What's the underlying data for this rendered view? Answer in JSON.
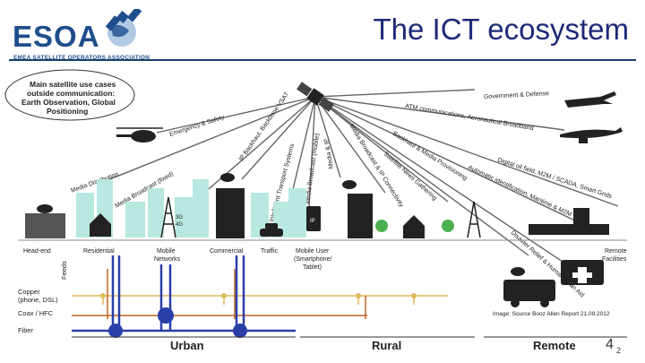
{
  "header": {
    "logo_text": "ESOA",
    "logo_subtitle": "EMEA SATELLITE OPERATORS ASSOCIATION",
    "title": "The ICT ecosystem"
  },
  "callout": {
    "line1": "Main satellite use cases",
    "line2": "outside communication:",
    "line3": "Earth Observation, Global",
    "line4": "Positioning"
  },
  "beams": [
    "Government & Defense",
    "ATM communications, Aeronautical Broadband",
    "Emergency & Safety",
    "IP Backhaul, Backbone VSAT",
    "Media Distribution",
    "Media Broadcast (fixed)",
    "Intelligent Transport Systems",
    "Media Broadcast (mobile)",
    "Media & IP",
    "Media Broadcast & IP Connectivity",
    "Satellite News Gathering",
    "Backhaul & Media Provisioning",
    "Digital oil field, M2M / SCADA, Smart Grids",
    "Automatic identification, Maritime & M2M",
    "Disaster Relief & Humanitarian Aid"
  ],
  "nodes": {
    "headend": "Head-end",
    "residential": "Residential",
    "mobile_networks_1": "Mobile",
    "mobile_networks_2": "Networks",
    "commercial": "Commercial",
    "traffic": "Traffic",
    "mobile_user_1": "Mobile User",
    "mobile_user_2": "(Smartphone/",
    "mobile_user_3": "Tablet)",
    "remote_1": "Remote",
    "remote_2": "Facilities",
    "g3": "3G",
    "g4": "4G",
    "ip_badge": "IP"
  },
  "network": {
    "feeds": "Feeds",
    "copper_1": "Copper",
    "copper_2": "(phone, DSL)",
    "coax": "Coax / HFC",
    "fiber": "Fiber"
  },
  "zones": {
    "urban": "Urban",
    "rural": "Rural",
    "remote": "Remote"
  },
  "source": "Image: Source Booz Allen Report 21.09.2012",
  "page": {
    "number": "4",
    "sub": "2"
  },
  "colors": {
    "brand": "#1f4e8c",
    "title": "#1e2a78",
    "copper": "#e0b95a",
    "coax": "#c0651f",
    "fiber": "#2a3fa8",
    "buildings": "#b8e8df"
  }
}
